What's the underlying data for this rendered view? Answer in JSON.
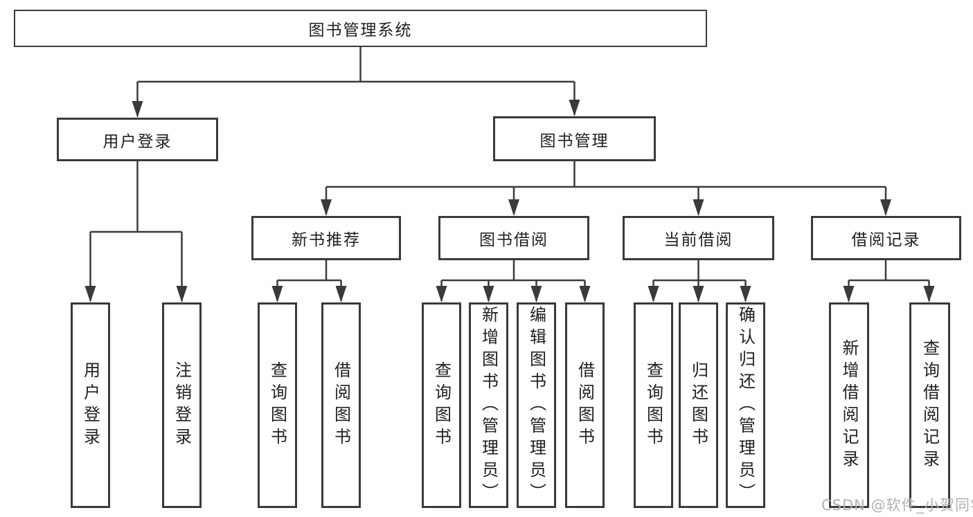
{
  "diagram": {
    "type": "hierarchy-tree",
    "root": {
      "label": "图书管理系统"
    },
    "user_login": {
      "label": "用户登录",
      "children": [
        {
          "label": "用户登录"
        },
        {
          "label": "注销登录"
        }
      ]
    },
    "book_mgmt": {
      "label": "图书管理",
      "children": [
        {
          "label": "新书推荐",
          "children": [
            {
              "label": "查询图书"
            },
            {
              "label": "借阅图书"
            }
          ]
        },
        {
          "label": "图书借阅",
          "children": [
            {
              "label": "查询图书"
            },
            {
              "label": "新增图书（管理员）"
            },
            {
              "label": "编辑图书（管理员）"
            },
            {
              "label": "借阅图书"
            }
          ]
        },
        {
          "label": "当前借阅",
          "children": [
            {
              "label": "查询图书"
            },
            {
              "label": "归还图书"
            },
            {
              "label": "确认归还（管理员）"
            }
          ]
        },
        {
          "label": "借阅记录",
          "children": [
            {
              "label": "新增借阅记录"
            },
            {
              "label": "查询借阅记录"
            }
          ]
        }
      ]
    },
    "palette": {
      "line": "#3a3a3a",
      "text": "#1f1f1f",
      "background": "#ffffff",
      "watermark_color": "#b3b0b0"
    }
  },
  "watermark": {
    "text": "CSDN @软件_小贺同学"
  }
}
